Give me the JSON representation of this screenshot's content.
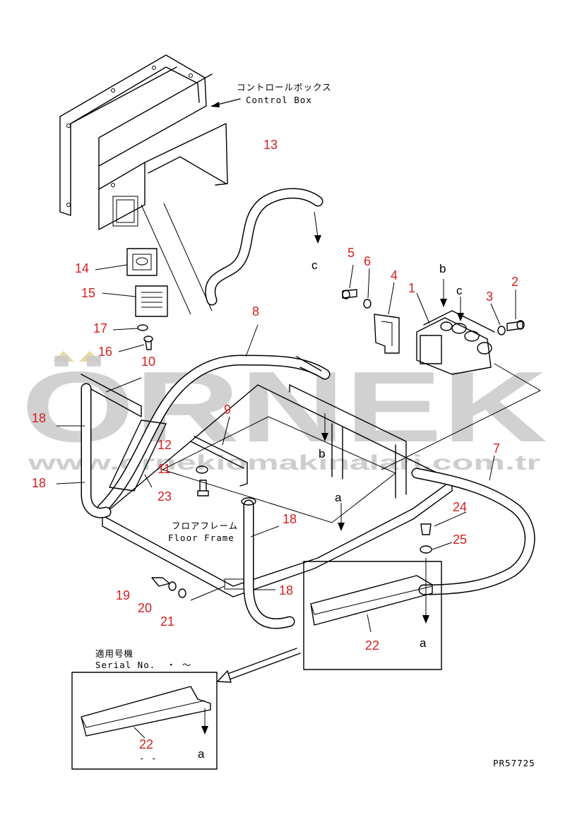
{
  "watermark": {
    "brand": "ÖRNEK",
    "url": "www.ornekiomakinalari.com.tr",
    "color": "#c9c9c9"
  },
  "labels": {
    "control_box_jp": "コントロールボックス",
    "control_box_en": "Control Box",
    "floor_frame_jp": "フロアフレーム",
    "floor_frame_en": "Floor Frame",
    "serial_jp": "適用号機",
    "serial_en": "Serial No.",
    "serial_range": "・ 〜",
    "dash": "- -",
    "drawing_no": "PR57725"
  },
  "letters": {
    "c_top": "c",
    "b_right": "b",
    "c_right": "c",
    "b_center": "b",
    "a_center": "a",
    "a_right": "a",
    "a_inset": "a"
  },
  "callouts": {
    "p1": "1",
    "p2": "2",
    "p3": "3",
    "p4": "4",
    "p5": "5",
    "p6": "6",
    "p7": "7",
    "p8": "8",
    "p9": "9",
    "p10": "10",
    "p11": "11",
    "p12": "12",
    "p13": "13",
    "p14": "14",
    "p15": "15",
    "p16": "16",
    "p17": "17",
    "p18a": "18",
    "p18b": "18",
    "p18c": "18",
    "p18d": "18",
    "p19": "19",
    "p20": "20",
    "p21": "21",
    "p22a": "22",
    "p22b": "22",
    "p23": "23",
    "p24": "24",
    "p25": "25"
  },
  "colors": {
    "callout": "#d42020",
    "line": "#000000",
    "watermark": "#c9c9c9"
  }
}
